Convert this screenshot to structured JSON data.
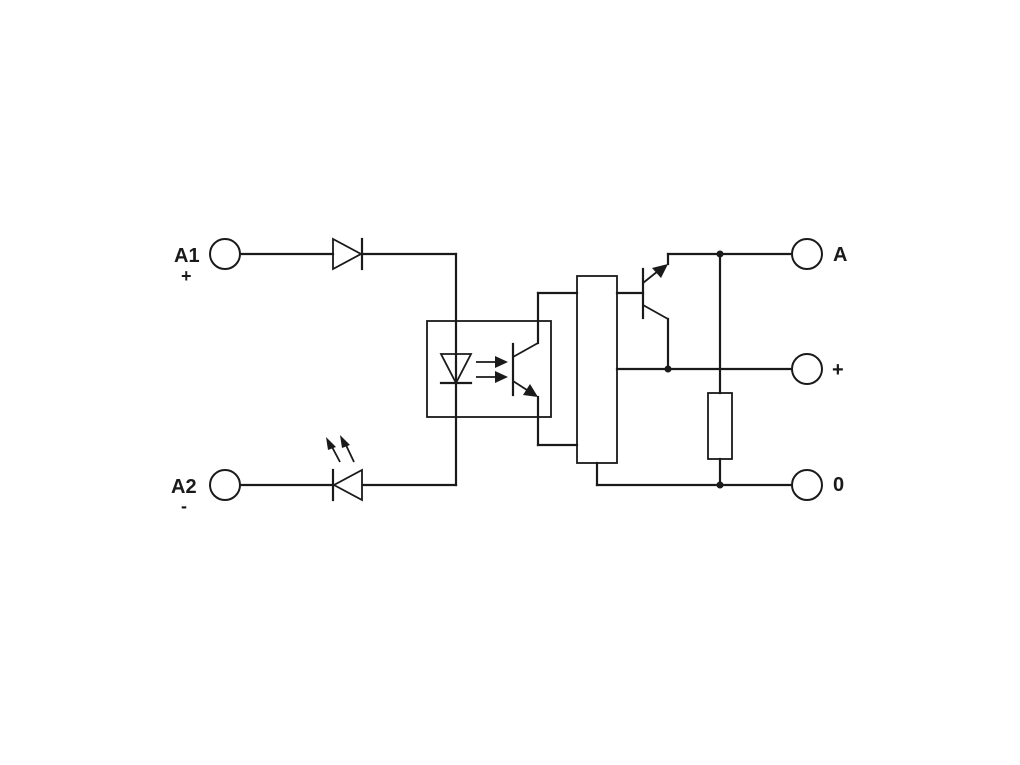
{
  "terminals": {
    "a1": {
      "name": "A1",
      "polarity": "+"
    },
    "a2": {
      "name": "A2",
      "polarity": "-"
    },
    "a": {
      "name": "A"
    },
    "plus": {
      "name": "+"
    },
    "zero": {
      "name": "0"
    }
  },
  "colors": {
    "line": "#1a1a1a",
    "background": "#ffffff"
  }
}
